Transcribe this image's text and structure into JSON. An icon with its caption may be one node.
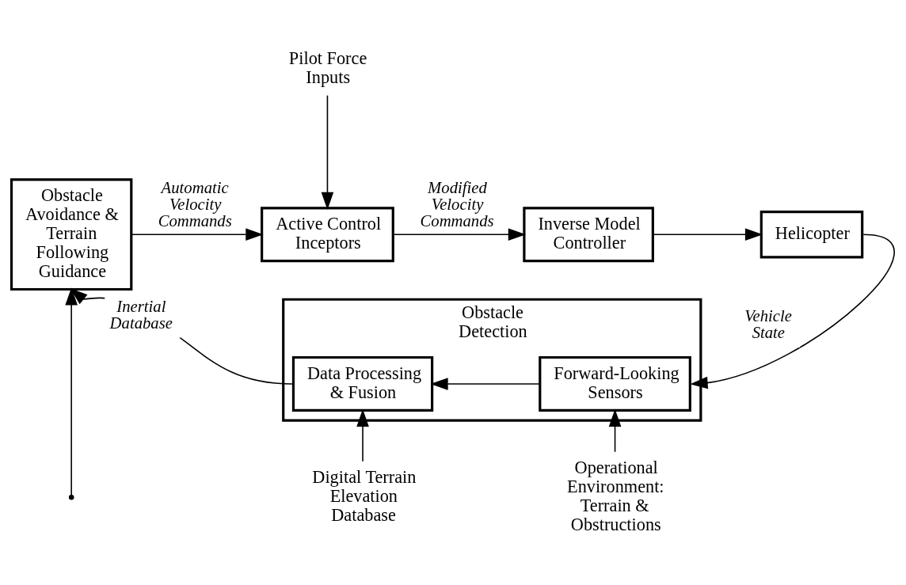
{
  "diagram": {
    "nodes": [
      {
        "text": [
          "Obstacle Avoidance & Terrain Following Guidance"
        ]
      },
      {
        "text": [
          "Pilot Force Inputs"
        ]
      },
      {
        "text": [
          "Active Control Inceptors"
        ]
      },
      {
        "text": [
          "Inverse Model Controller"
        ]
      },
      {
        "text": [
          "Helicopter"
        ]
      },
      {
        "text": [
          "Obstacle Detection"
        ]
      },
      {
        "text": [
          "Data Processing & Fusion"
        ],
        "in": 5
      },
      {
        "text": [
          "Forward-Looking Sensors"
        ],
        "in": 5
      },
      {
        "text": [
          "Digital Terrain Elevation Database"
        ]
      },
      {
        "text": [
          "Operational Environment: Terrain & Obstructions"
        ]
      }
    ],
    "edges": [
      {
        "from": 0,
        "to": 2,
        "arrow": "to",
        "label": "Automatic Velocity Commands"
      },
      {
        "from": 1,
        "to": 2,
        "arrow": "to"
      },
      {
        "from": 2,
        "to": 3,
        "arrow": "to",
        "label": "Modified Velocity Commands"
      },
      {
        "from": 3,
        "to": 4,
        "arrow": "to"
      },
      {
        "from": 4,
        "to": 7,
        "arrow": "to",
        "label": "Vehicle State"
      },
      {
        "from": 7,
        "to": 6,
        "arrow": "to"
      },
      {
        "from": 6,
        "to": 0,
        "arrow": "to",
        "label": "Inertial Database"
      },
      {
        "from": 8,
        "to": 6,
        "arrow": "to"
      },
      {
        "from": 9,
        "to": 7,
        "arrow": "to"
      },
      {
        "from": null,
        "to": 0,
        "arrow": "to"
      }
    ]
  }
}
